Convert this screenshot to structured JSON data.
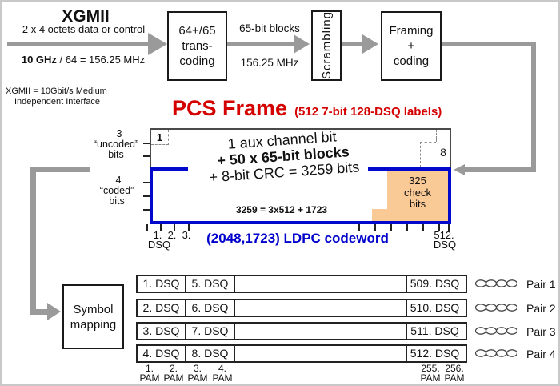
{
  "colors": {
    "red": "#d40000",
    "blue": "#0000cc",
    "ldpc_border": "#0008cc",
    "check_fill": "#f9c996",
    "arrow_gray": "#9a9a9a"
  },
  "flow": {
    "xgmii_title": "XGMII",
    "xgmii_sub": "2 x 4 octets data or control",
    "rate_bold": "10 GHz",
    "rate_rest": " / 64 = 156.25 MHz",
    "box1": [
      "64+/65",
      "trans-",
      "coding"
    ],
    "link2_top": "65-bit blocks",
    "link2_bottom": "156.25 MHz",
    "box2": "Scrambling",
    "box3": [
      "Framing",
      "+",
      "coding"
    ]
  },
  "note": {
    "line1": "XGMII = 10Gbit/s Medium",
    "line2": "Independent Interface"
  },
  "pcs": {
    "title": "PCS Frame",
    "subtitle": "(512 7-bit 128-DSQ labels)",
    "bit_first": "1",
    "bit_last": "8",
    "left": {
      "un_num": "3",
      "un_word": "“uncoded”",
      "un_bits": "bits",
      "co_num": "4",
      "co_word": "“coded”",
      "co_bits": "bits"
    },
    "body": {
      "line1": "1 aux channel bit",
      "line2": "+ 50 x 65-bit blocks",
      "line3": "+ 8-bit CRC = 3259 bits",
      "formula": "3259 = 3x512 + 1723"
    },
    "check": [
      "325",
      "check",
      "bits"
    ],
    "axis": {
      "n1": "1.",
      "n2": "2.",
      "n3": "3.",
      "dsq_l": "DSQ",
      "n512": "512.",
      "dsq_r": "DSQ"
    },
    "ldpc": "(2048,1723) LDPC codeword"
  },
  "mapping": [
    "Symbol",
    "mapping"
  ],
  "rows": [
    {
      "c1": "1. DSQ",
      "c2": "5. DSQ",
      "c4": "509. DSQ",
      "pair": "Pair 1"
    },
    {
      "c1": "2. DSQ",
      "c2": "6. DSQ",
      "c4": "510. DSQ",
      "pair": "Pair 2"
    },
    {
      "c1": "3. DSQ",
      "c2": "7. DSQ",
      "c4": "511. DSQ",
      "pair": "Pair 3"
    },
    {
      "c1": "4. DSQ",
      "c2": "8. DSQ",
      "c4": "512. DSQ",
      "pair": "Pair 4"
    }
  ],
  "pam": [
    {
      "n": "1.",
      "l": "PAM"
    },
    {
      "n": "2.",
      "l": "PAM"
    },
    {
      "n": "3.",
      "l": "PAM"
    },
    {
      "n": "4.",
      "l": "PAM"
    },
    {
      "n": "255.",
      "l": "PAM"
    },
    {
      "n": "256.",
      "l": "PAM"
    }
  ]
}
